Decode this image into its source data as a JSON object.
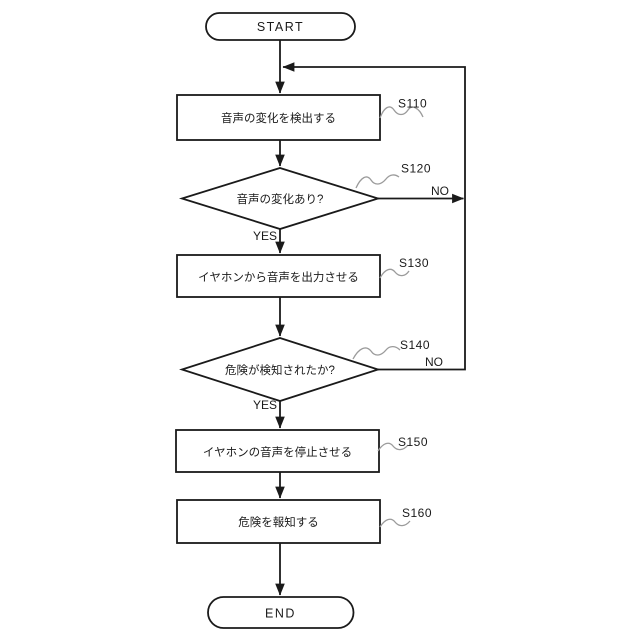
{
  "flowchart": {
    "background": "#ffffff",
    "line_color": "#1a1a1a",
    "leader_color": "#9b9b9b",
    "start": {
      "label": "START"
    },
    "end": {
      "label": "END"
    },
    "steps": [
      {
        "id": "S110",
        "type": "process",
        "text": "音声の変化を検出する"
      },
      {
        "id": "S120",
        "type": "decision",
        "text": "音声の変化あり?",
        "yes": "YES",
        "no": "NO"
      },
      {
        "id": "S130",
        "type": "process",
        "text": "イヤホンから音声を出力させる"
      },
      {
        "id": "S140",
        "type": "decision",
        "text": "危険が検知されたか?",
        "yes": "YES",
        "no": "NO"
      },
      {
        "id": "S150",
        "type": "process",
        "text": "イヤホンの音声を停止させる"
      },
      {
        "id": "S160",
        "type": "process",
        "text": "危険を報知する"
      }
    ]
  }
}
